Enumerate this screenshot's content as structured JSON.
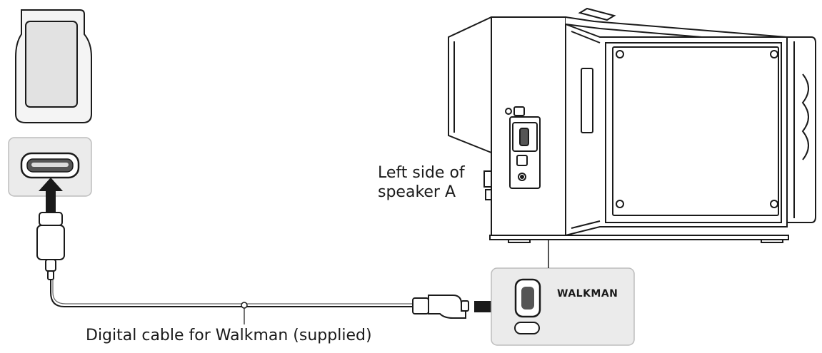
{
  "labels": {
    "speaker_side_line1": "Left side of",
    "speaker_side_line2": "speaker A",
    "cable": "Digital cable for Walkman (supplied)",
    "port": "WALKMAN"
  },
  "colors": {
    "stroke": "#1a1a1a",
    "panel_fill": "#ebebeb",
    "screen_fill": "#e2e2e2"
  },
  "icons": [
    "walkman-device",
    "usb-micro-connector",
    "arrow-right",
    "arrow-up",
    "speaker-body",
    "walkman-port"
  ]
}
